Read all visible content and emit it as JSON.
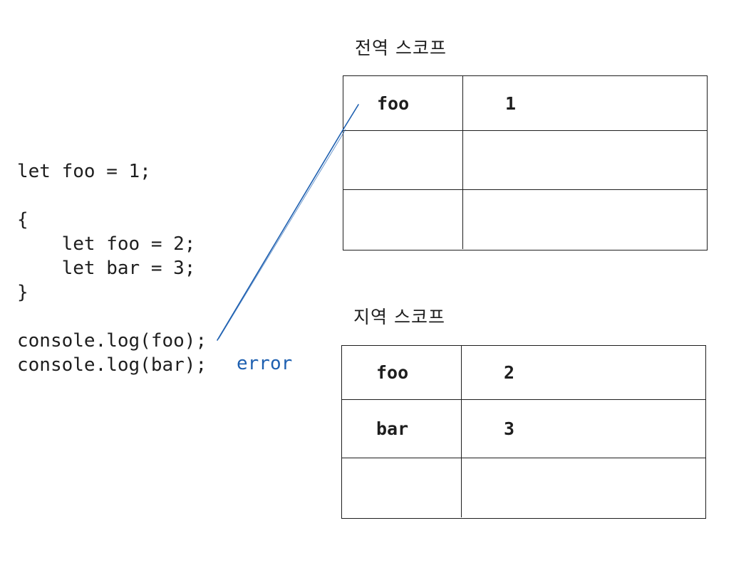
{
  "code": {
    "lines": [
      "let foo = 1;",
      "",
      "{",
      "    let foo = 2;",
      "    let bar = 3;",
      "}",
      "",
      "console.log(foo);",
      "console.log(bar);"
    ],
    "error_label": "error",
    "error_color": "#1d5fb0"
  },
  "global_scope": {
    "title": "전역 스코프",
    "rows": [
      {
        "name": "foo",
        "value": "1"
      },
      {
        "name": "",
        "value": ""
      },
      {
        "name": "",
        "value": ""
      }
    ]
  },
  "local_scope": {
    "title": "지역 스코프",
    "rows": [
      {
        "name": "foo",
        "value": "2"
      },
      {
        "name": "bar",
        "value": "3"
      },
      {
        "name": "",
        "value": ""
      }
    ]
  },
  "connector": {
    "from": "console.log(foo)",
    "to": "global_scope.foo",
    "color": "#1d5fb0"
  }
}
